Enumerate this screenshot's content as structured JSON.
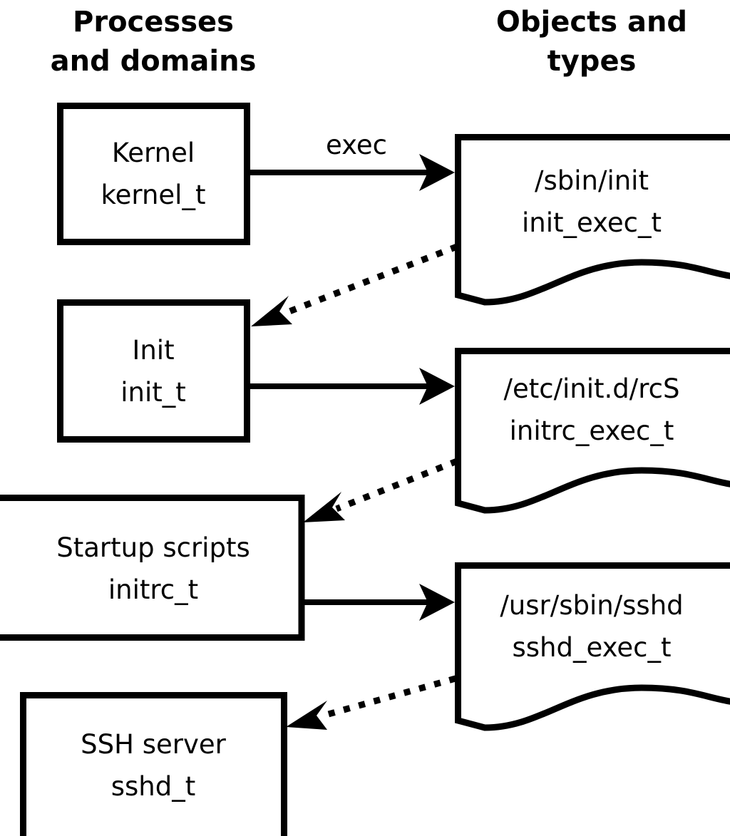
{
  "diagram": {
    "title_left": "Processes and domains",
    "title_right": "Objects and types",
    "headings": {
      "left_line1": "Processes",
      "left_line2": "and domains",
      "right_line1": "Objects and",
      "right_line2": "types"
    },
    "colors": {
      "stroke": "#000000",
      "fill": "#ffffff",
      "background": "#ffffff"
    },
    "process_nodes": [
      {
        "id": "kernel",
        "line1": "Kernel",
        "line2": "kernel_t"
      },
      {
        "id": "init",
        "line1": "Init",
        "line2": "init_t"
      },
      {
        "id": "initrc",
        "line1": "Startup scripts",
        "line2": "initrc_t"
      },
      {
        "id": "sshd",
        "line1": "SSH server",
        "line2": "sshd_t"
      }
    ],
    "object_nodes": [
      {
        "id": "init_exec",
        "line1": "/sbin/init",
        "line2": "init_exec_t"
      },
      {
        "id": "initrc_exec",
        "line1": "/etc/init.d/rcS",
        "line2": "initrc_exec_t"
      },
      {
        "id": "sshd_exec",
        "line1": "/usr/sbin/sshd",
        "line2": "sshd_exec_t"
      }
    ],
    "edges": [
      {
        "id": "kernel-exec-init_exec",
        "from": "kernel",
        "to": "init_exec",
        "label": "exec",
        "style": "solid"
      },
      {
        "id": "init_exec-transition-init",
        "from": "init_exec",
        "to": "init",
        "label": "",
        "style": "dotted"
      },
      {
        "id": "init-exec-initrc_exec",
        "from": "init",
        "to": "initrc_exec",
        "label": "",
        "style": "solid"
      },
      {
        "id": "initrc_exec-transition-initrc",
        "from": "initrc_exec",
        "to": "initrc",
        "label": "",
        "style": "dotted"
      },
      {
        "id": "initrc-exec-sshd_exec",
        "from": "initrc",
        "to": "sshd_exec",
        "label": "",
        "style": "solid"
      },
      {
        "id": "sshd_exec-transition-sshd",
        "from": "sshd_exec",
        "to": "sshd",
        "label": "",
        "style": "dotted"
      }
    ]
  }
}
